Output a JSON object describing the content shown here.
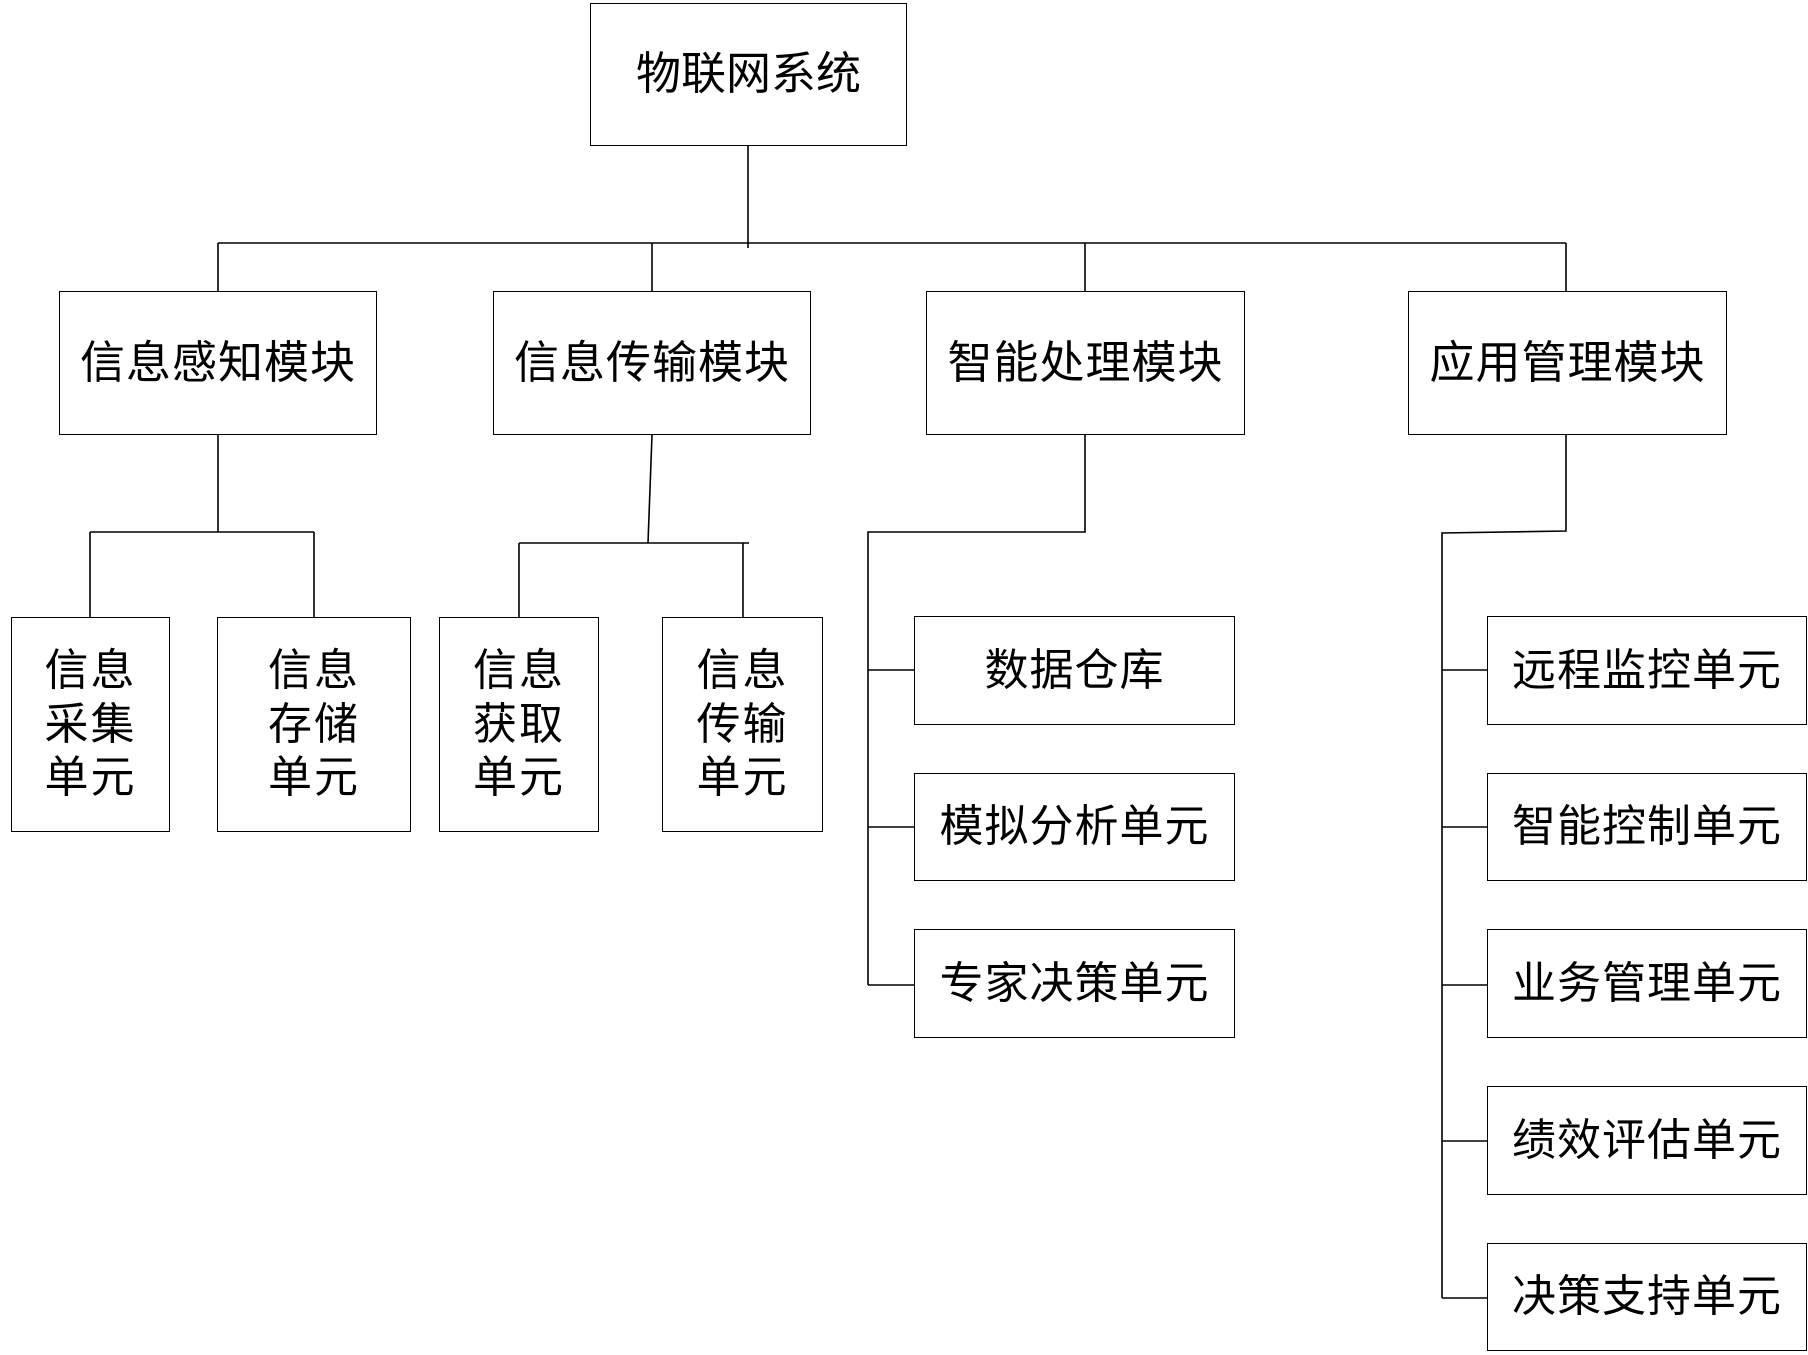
{
  "root": {
    "label": "物联网系统"
  },
  "modules": [
    {
      "label": "信息感知模块",
      "units": [
        "信息采集单元",
        "信息存储单元"
      ]
    },
    {
      "label": "信息传输模块",
      "units": [
        "信息获取单元",
        "信息传输单元"
      ]
    },
    {
      "label": "智能处理模块",
      "units": [
        "数据仓库",
        "模拟分析单元",
        "专家决策单元"
      ]
    },
    {
      "label": "应用管理模块",
      "units": [
        "远程监控单元",
        "智能控制单元",
        "业务管理单元",
        "绩效评估单元",
        "决策支持单元"
      ]
    }
  ]
}
